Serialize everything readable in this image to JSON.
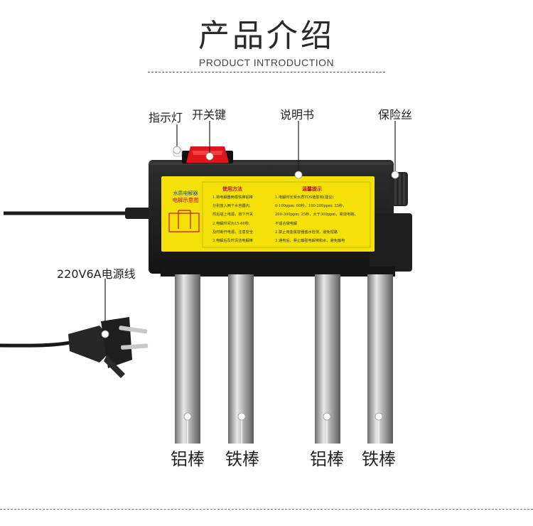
{
  "header": {
    "title": "产品介绍",
    "subtitle": "PRODUCT INTRODUCTION"
  },
  "callouts": {
    "indicator": "指示灯",
    "switch": "开关键",
    "manual": "说明书",
    "fuse": "保险丝",
    "power_cord": "220V6A电源线"
  },
  "rods": [
    {
      "label": "铝棒"
    },
    {
      "label": "铁棒"
    },
    {
      "label": "铝棒"
    },
    {
      "label": "铁棒"
    }
  ],
  "panel": {
    "brand_line1": "水质电解器",
    "brand_line2": "电解示意图",
    "usage_title": "使用方法",
    "usage_lines": [
      "1.将电解器两根铁棒铝棒",
      "分别放入两个水容器内,",
      "然后插上电源，按下开关",
      "2.电解时间为15-60秒,",
      "及时断开电源，注意安全",
      "3.电解后及时清洁电解棒"
    ],
    "tips_title": "温馨提示",
    "tips_lines": [
      "1.电解时长受水质TDS值影响(建议)",
      "0-100ppm: 60秒，100-200ppm: 35秒，",
      "200-300ppm: 25秒，大于300ppm，易烧电路，",
      "不适合做电解",
      "2.禁止用金属容器盛水检测，避免短路",
      "3.通电后，禁止触碰电解棒和水，避免触电"
    ]
  },
  "colors": {
    "device_body": "#1c1c1c",
    "panel_yellow": "#f4e10a",
    "switch_red": "#e0141b",
    "rod_steel": "#a9a9a9"
  }
}
